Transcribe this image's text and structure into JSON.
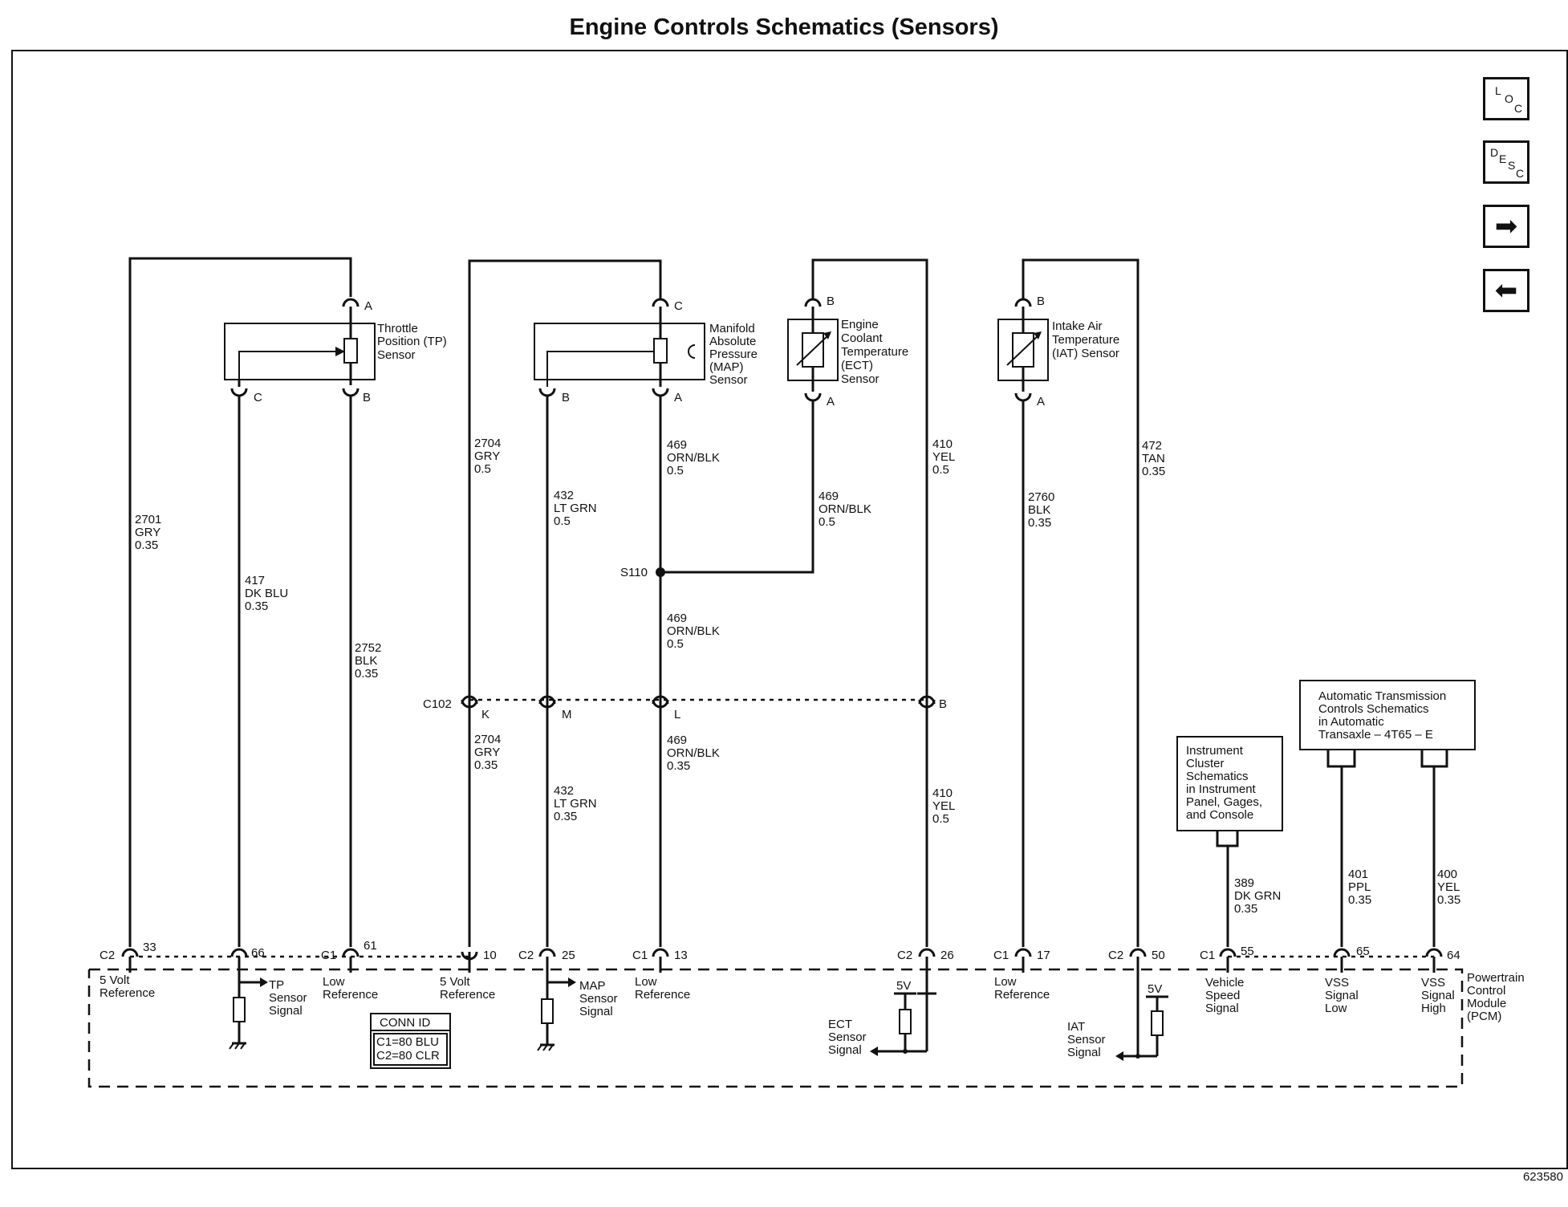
{
  "title": "Engine Controls Schematics (Sensors)",
  "figure_id": "623580",
  "nav": {
    "loc": [
      "L",
      "O",
      "C"
    ],
    "desc": [
      "D",
      "E",
      "S",
      "C"
    ],
    "next": "➡",
    "prev": "⬅"
  },
  "components": {
    "tp": [
      "Throttle",
      "Position (TP)",
      "Sensor"
    ],
    "map": [
      "Manifold",
      "Absolute",
      "Pressure",
      "(MAP)",
      "Sensor"
    ],
    "ect": [
      "Engine",
      "Coolant",
      "Temperature",
      "(ECT)",
      "Sensor"
    ],
    "iat": [
      "Intake Air",
      "Temperature",
      "(IAT) Sensor"
    ],
    "instrument_ref": [
      "Instrument",
      "Cluster",
      "Schematics",
      "in Instrument",
      "Panel, Gages,",
      "and Console"
    ],
    "trans_ref": [
      "Automatic Transmission",
      "Controls Schematics",
      "in Automatic",
      "Transaxle – 4T65 – E"
    ],
    "pcm": [
      "Powertrain",
      "Control",
      "Module",
      "(PCM)"
    ]
  },
  "pins": {
    "a": "A",
    "b": "B",
    "c": "C",
    "k": "K",
    "m": "M",
    "l": "L",
    "s110": "S110",
    "c102": "C102",
    "c1": "C1",
    "c2": "C2",
    "p33": "33",
    "p66": "66",
    "p61": "61",
    "p10": "10",
    "p25": "25",
    "p13": "13",
    "p26": "26",
    "p17": "17",
    "p50": "50",
    "p55": "55",
    "p65": "65",
    "p64": "64"
  },
  "wires": {
    "w2701": [
      "2701",
      "GRY",
      "0.35"
    ],
    "w417": [
      "417",
      "DK BLU",
      "0.35"
    ],
    "w2752": [
      "2752",
      "BLK",
      "0.35"
    ],
    "w2704u": [
      "2704",
      "GRY",
      "0.5"
    ],
    "w432u": [
      "432",
      "LT GRN",
      "0.5"
    ],
    "w469a": [
      "469",
      "ORN/BLK",
      "0.5"
    ],
    "w469b": [
      "469",
      "ORN/BLK",
      "0.5"
    ],
    "w469c": [
      "469",
      "ORN/BLK",
      "0.5"
    ],
    "w410u": [
      "410",
      "YEL",
      "0.5"
    ],
    "w2760": [
      "2760",
      "BLK",
      "0.35"
    ],
    "w472": [
      "472",
      "TAN",
      "0.35"
    ],
    "w2704l": [
      "2704",
      "GRY",
      "0.35"
    ],
    "w432l": [
      "432",
      "LT GRN",
      "0.35"
    ],
    "w469l": [
      "469",
      "ORN/BLK",
      "0.35"
    ],
    "w410l": [
      "410",
      "YEL",
      "0.5"
    ],
    "w389": [
      "389",
      "DK GRN",
      "0.35"
    ],
    "w401": [
      "401",
      "PPL",
      "0.35"
    ],
    "w400": [
      "400",
      "YEL",
      "0.35"
    ]
  },
  "pcm_labels": {
    "ref5v_1": [
      "5 Volt",
      "Reference"
    ],
    "tp_sig": [
      "TP",
      "Sensor",
      "Signal"
    ],
    "low_ref_1": [
      "Low",
      "Reference"
    ],
    "ref5v_2": [
      "5 Volt",
      "Reference"
    ],
    "map_sig": [
      "MAP",
      "Sensor",
      "Signal"
    ],
    "low_ref_2": [
      "Low",
      "Reference"
    ],
    "ect_sig": [
      "ECT",
      "Sensor",
      "Signal"
    ],
    "low_ref_3": [
      "Low",
      "Reference"
    ],
    "iat_sig": [
      "IAT",
      "Sensor",
      "Signal"
    ],
    "vss": [
      "Vehicle",
      "Speed",
      "Signal"
    ],
    "vss_low": [
      "VSS",
      "Signal",
      "Low"
    ],
    "vss_high": [
      "VSS",
      "Signal",
      "High"
    ],
    "v5_a": "5V",
    "v5_b": "5V"
  },
  "conn_id": {
    "title": "CONN ID",
    "c1": "C1=80 BLU",
    "c2": "C2=80 CLR"
  }
}
